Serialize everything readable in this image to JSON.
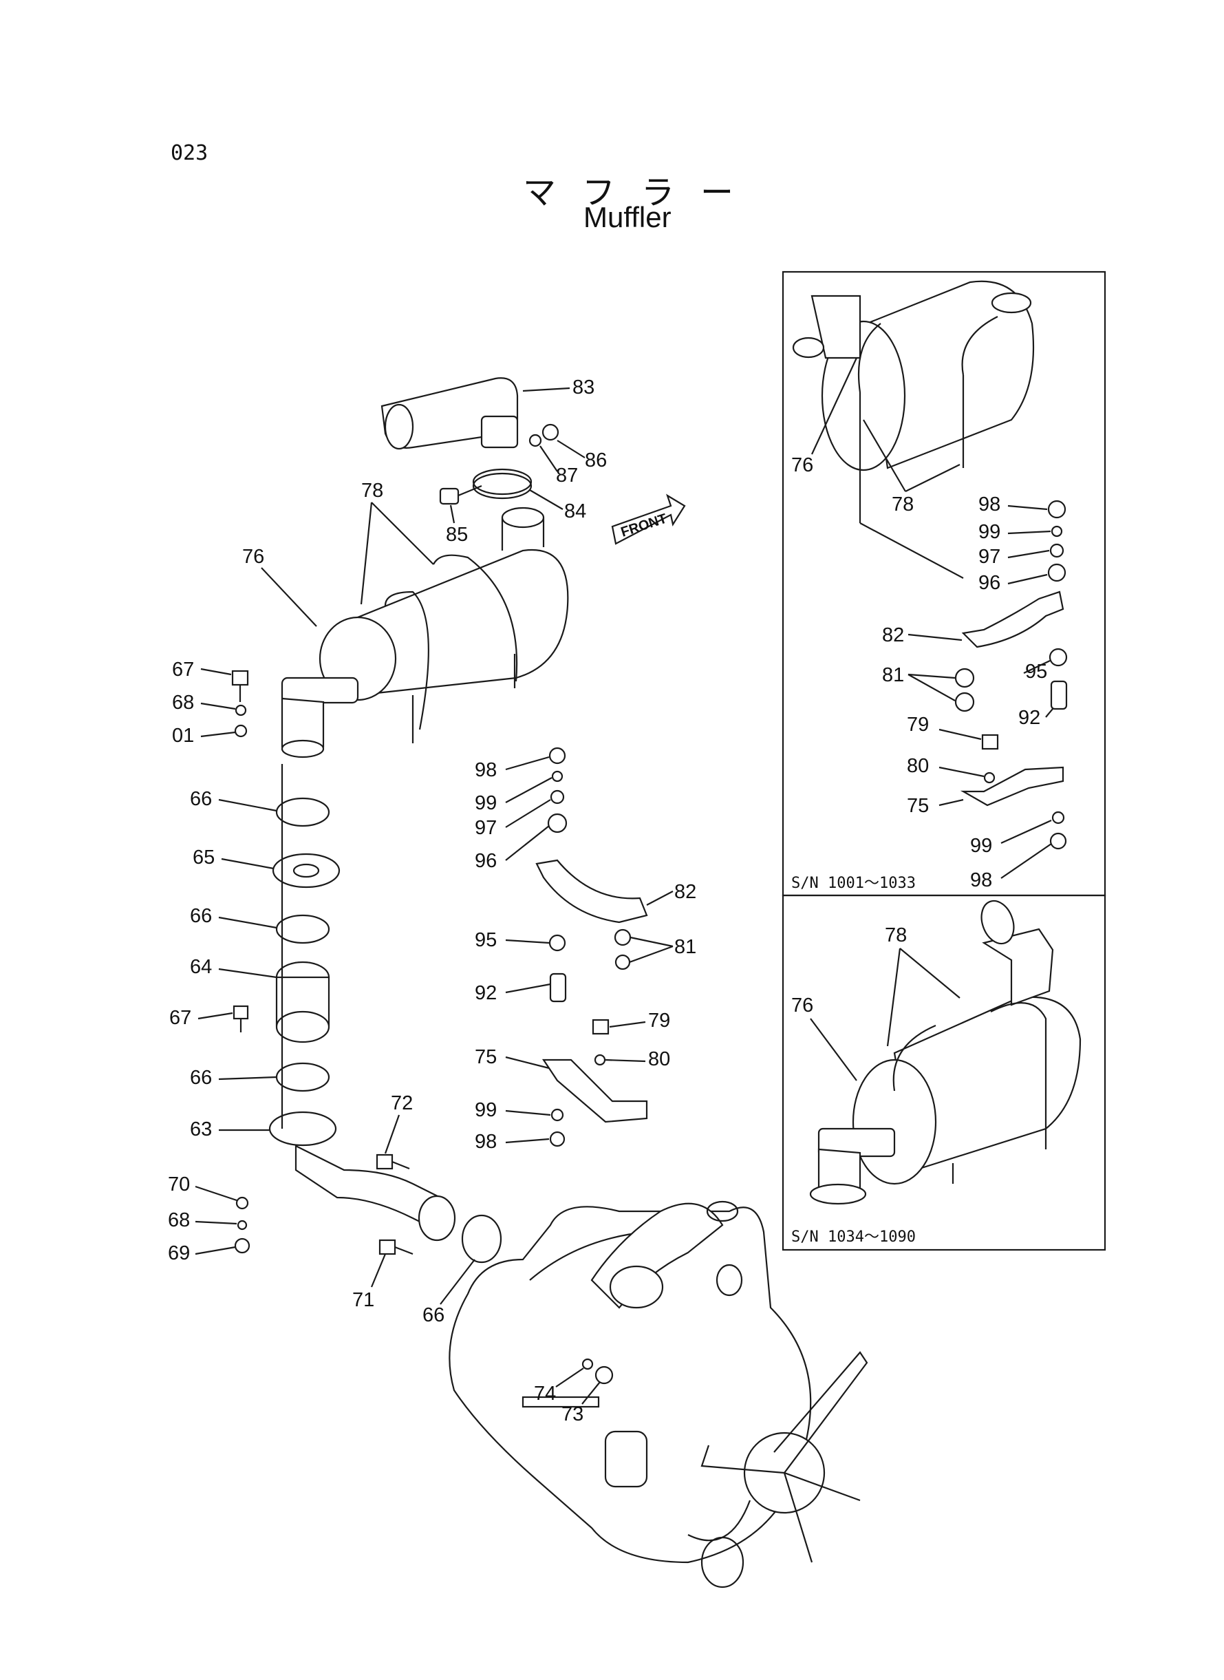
{
  "page": {
    "number": "023",
    "title_jp": "マフラー",
    "title_en": "Muffler"
  },
  "front_label": "FRONT",
  "main_labels": [
    "83",
    "86",
    "87",
    "84",
    "85",
    "78",
    "76",
    "67",
    "68",
    "01",
    "66",
    "65",
    "66",
    "64",
    "67",
    "66",
    "63",
    "70",
    "68",
    "69",
    "72",
    "71",
    "66",
    "98",
    "99",
    "97",
    "96",
    "82",
    "95",
    "81",
    "92",
    "79",
    "75",
    "80",
    "99",
    "98",
    "74",
    "73"
  ],
  "inset_top": {
    "serial": "S/N 1001～1033",
    "labels": [
      "76",
      "78",
      "98",
      "99",
      "97",
      "96",
      "82",
      "95",
      "81",
      "92",
      "79",
      "80",
      "75",
      "99",
      "98"
    ]
  },
  "inset_bottom": {
    "serial": "S/N 1034～1090",
    "labels": [
      "78",
      "76"
    ]
  }
}
